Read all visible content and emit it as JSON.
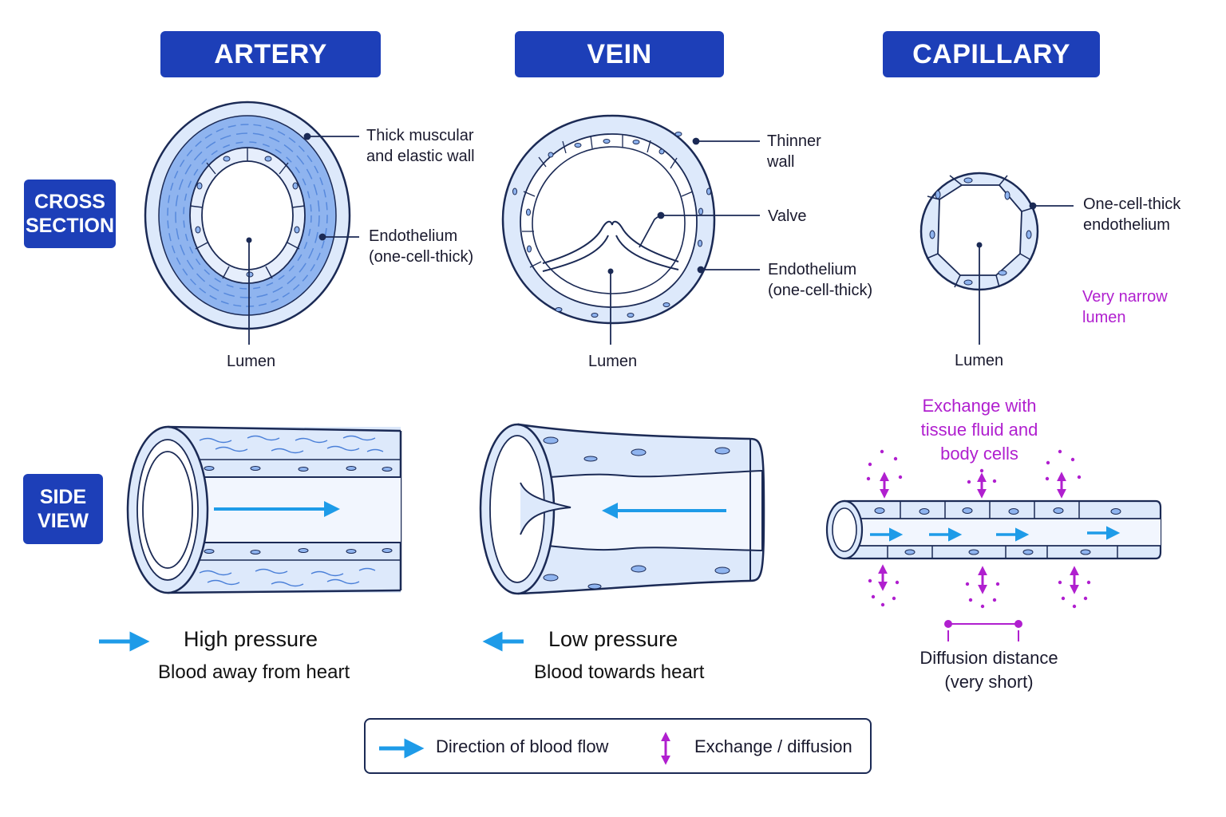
{
  "headers": {
    "artery": "ARTERY",
    "vein": "VEIN",
    "capillary": "CAPILLARY"
  },
  "side_labels": {
    "cross_section": [
      "CROSS",
      "SECTION"
    ],
    "side_view": [
      "SIDE",
      "VIEW"
    ]
  },
  "artery": {
    "wall_label": [
      "Thick muscular",
      "and elastic wall"
    ],
    "endothelium_label": [
      "Endothelium",
      "(one-cell-thick)"
    ],
    "lumen_label": "Lumen",
    "pressure": "High pressure",
    "direction": "Blood away from heart"
  },
  "vein": {
    "wall_label": [
      "Thinner",
      "wall"
    ],
    "valve_label": "Valve",
    "endothelium_label": [
      "Endothelium",
      "(one-cell-thick)"
    ],
    "lumen_label": "Lumen",
    "pressure": "Low pressure",
    "direction": "Blood towards heart"
  },
  "capillary": {
    "endothelium_label": [
      "One-cell-thick",
      "endothelium"
    ],
    "narrow_label": [
      "Very narrow",
      "lumen"
    ],
    "lumen_label": "Lumen",
    "exchange_label": [
      "Exchange with",
      "tissue fluid and",
      "body cells"
    ],
    "diffusion_label": [
      "Diffusion distance",
      "(very short)"
    ]
  },
  "legend": {
    "flow": "Direction of blood flow",
    "exchange": "Exchange / diffusion"
  },
  "colors": {
    "header_bg": "#1d3fb8",
    "flow_arrow": "#1e9be8",
    "exchange": "#b01fcf",
    "outline": "#1b2a55",
    "vessel_fill": "#dde9fb",
    "muscle_fill": "#8fb4ef"
  }
}
